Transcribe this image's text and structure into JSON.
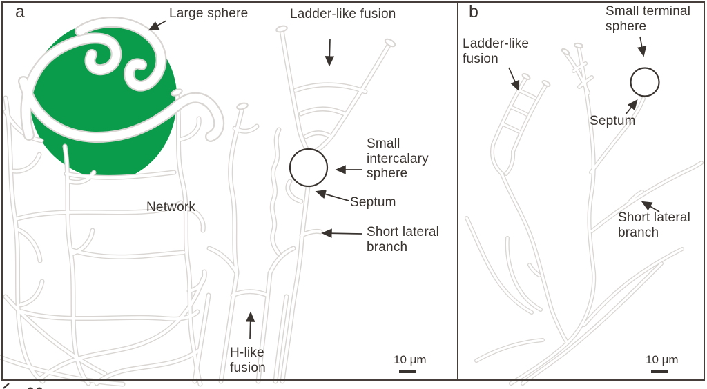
{
  "figure_type": "hyphal network line diagram, two panels",
  "colors": {
    "sphere_green": "#0a9b4b",
    "hypha_outline": "#d8d5d2",
    "ink": "#39332f",
    "border": "#453e3b"
  },
  "panel_a": {
    "letter": "a",
    "labels": {
      "large_sphere": "Large sphere",
      "ladder_fusion": "Ladder-like fusion",
      "network": "Network",
      "intercalary_l1": "Small",
      "intercalary_l2": "intercalary",
      "intercalary_l3": "sphere",
      "septum": "Septum",
      "short_lateral_l1": "Short lateral",
      "short_lateral_l2": "branch",
      "h_fusion_l1": "H-like",
      "h_fusion_l2": "fusion"
    },
    "scale_bar": "10 μm"
  },
  "panel_b": {
    "letter": "b",
    "labels": {
      "terminal_l1": "Small terminal",
      "terminal_l2": "sphere",
      "ladder_l1": "Ladder-like",
      "ladder_l2": "fusion",
      "septum": "Septum",
      "short_lateral_l1": "Short lateral",
      "short_lateral_l2": "branch"
    },
    "scale_bar": "10 μm"
  }
}
